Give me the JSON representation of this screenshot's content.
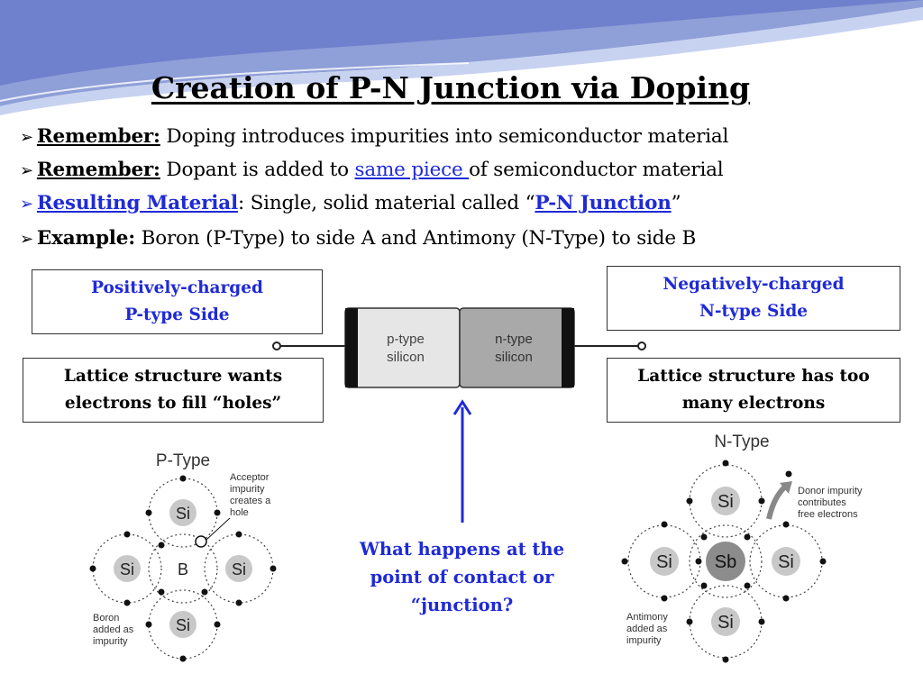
{
  "title": "Creation of P-N Junction via Doping",
  "bullets": [
    {
      "label": "Remember:",
      "text_a": " Doping introduces impurities into semiconductor material"
    },
    {
      "label": "Remember:",
      "text_a": " Dopant is added to ",
      "link": "same piece ",
      "text_b": "of semiconductor material"
    },
    {
      "label": "Resulting Material",
      "text_a": ": Single, solid material called “",
      "link": "P-N Junction",
      "text_b": "”"
    },
    {
      "label": "Example:",
      "text_a": " Boron (P-Type) to side A and Antimony (N-Type) to side B"
    }
  ],
  "boxes": {
    "p_side_line1": "Positively-charged",
    "p_side_line2": "P-type Side",
    "n_side_line1": "Negatively-charged",
    "n_side_line2": "N-type Side",
    "p_lattice_line1": "Lattice structure wants",
    "p_lattice_line2": "electrons to fill “holes”",
    "n_lattice_line1": "Lattice structure has too",
    "n_lattice_line2": "many electrons"
  },
  "diode": {
    "p_label_1": "p-type",
    "p_label_2": "silicon",
    "n_label_1": "n-type",
    "n_label_2": "silicon"
  },
  "question": {
    "line1": "What happens at the",
    "line2": "point of contact or",
    "line3": "“junction?"
  },
  "p_type_diagram": {
    "title": "P-Type",
    "atom_si": "Si",
    "atom_b": "B",
    "note_1": "Acceptor",
    "note_2": "impurity",
    "note_3": "creates a",
    "note_4": "hole",
    "boron_1": "Boron",
    "boron_2": "added as",
    "boron_3": "impurity"
  },
  "n_type_diagram": {
    "title": "N-Type",
    "atom_si": "Si",
    "atom_sb": "Sb",
    "note_1": "Donor impurity",
    "note_2": "contributes",
    "note_3": "free electrons",
    "antimony_1": "Antimony",
    "antimony_2": "added as",
    "antimony_3": "impurity"
  },
  "colors": {
    "link_blue": "#1f2ad6",
    "swoosh_dark": "#8f9fd8",
    "swoosh_light": "#c7d2f0"
  }
}
